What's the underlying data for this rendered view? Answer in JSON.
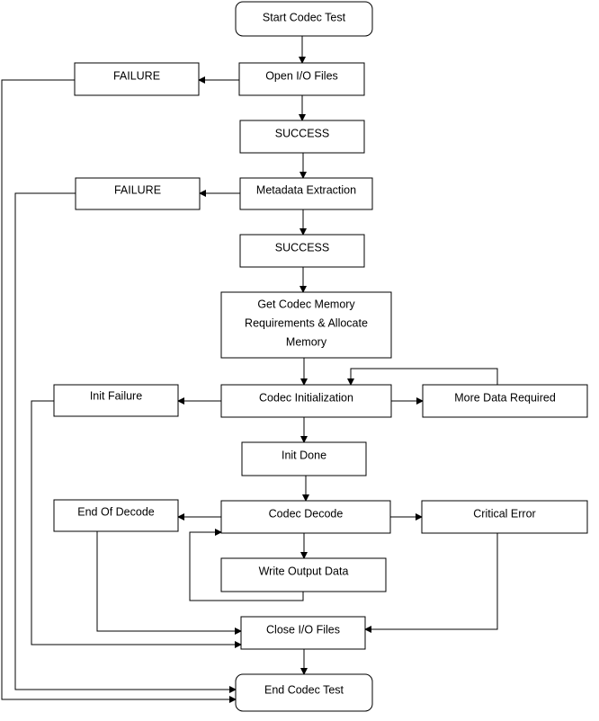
{
  "diagram": {
    "nodes": {
      "start": "Start Codec Test",
      "open_files": "Open I/O Files",
      "failure_open": "FAILURE",
      "success_open": "SUCCESS",
      "metadata": "Metadata Extraction",
      "failure_meta": "FAILURE",
      "success_meta": "SUCCESS",
      "get_mem_line1": "Get Codec Memory",
      "get_mem_line2": "Requirements & Allocate",
      "get_mem_line3": "Memory",
      "codec_init": "Codec Initialization",
      "init_failure": "Init Failure",
      "more_data": "More Data Required",
      "init_done": "Init Done",
      "codec_decode": "Codec Decode",
      "end_of_decode": "End Of Decode",
      "critical_error": "Critical Error",
      "write_output": "Write Output Data",
      "close_files": "Close I/O Files",
      "end": "End Codec Test"
    }
  }
}
